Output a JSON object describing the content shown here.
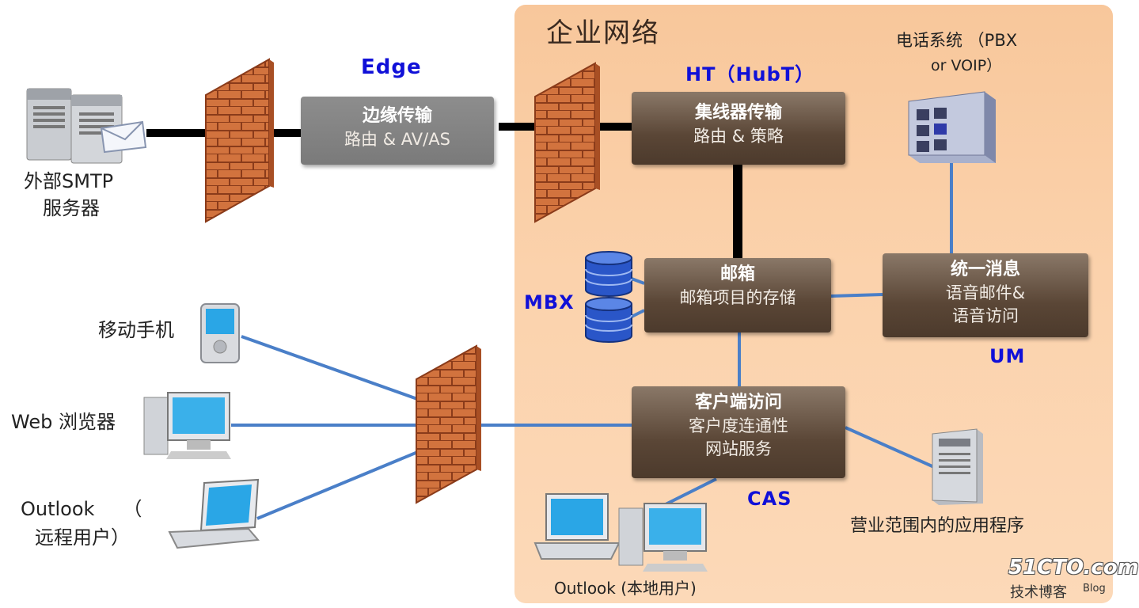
{
  "enterprise": {
    "title": "企业网络"
  },
  "external_smtp": {
    "line1": "外部SMTP",
    "line2": "服务器"
  },
  "edge": {
    "label": "Edge",
    "title": "边缘传输",
    "subtitle": "路由 & AV/AS"
  },
  "hub": {
    "label": "HT（HubT）",
    "title": "集线器传输",
    "subtitle": "路由 & 策略"
  },
  "phone_system": {
    "line1": "电话系统 （PBX",
    "line2": "or VOIP）"
  },
  "mailbox": {
    "label": "MBX",
    "title": "邮箱",
    "subtitle": "邮箱项目的存储"
  },
  "um": {
    "label": "UM",
    "title": "统一消息",
    "line1": "语音邮件&",
    "line2": "语音访问"
  },
  "cas": {
    "label": "CAS",
    "title": "客户端访问",
    "line1": "客户度连通性",
    "line2": "网站服务"
  },
  "clients": {
    "mobile": "移动手机",
    "web": "Web 浏览器",
    "outlook_remote_1": "Outlook　　（",
    "outlook_remote_2": "远程用户）",
    "outlook_local": "Outlook (本地用户)"
  },
  "business_apps": "营业范围内的应用程序",
  "watermark": {
    "site": "51CTO.com",
    "sub": "技术博客",
    "blog": "Blog"
  },
  "colors": {
    "box_brown": "#5a4636",
    "box_grey": "#7a7a7a",
    "label_blue": "#1010d8",
    "link_blue": "#4a7fc8",
    "link_black": "#000000",
    "wall_brick": "#d2733e"
  }
}
